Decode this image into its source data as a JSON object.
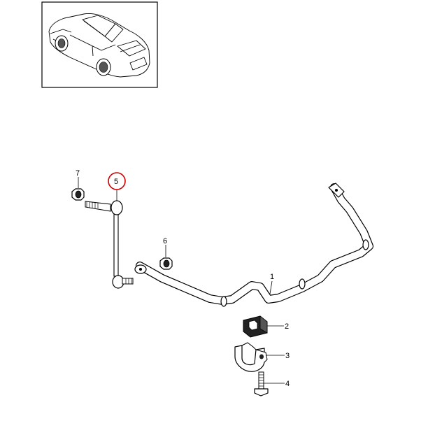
{
  "colors": {
    "line": "#000000",
    "highlight_ring": "#cc0000",
    "background": "#ffffff",
    "part_dark": "#222222"
  },
  "callouts": [
    {
      "id": "1",
      "label": "1"
    },
    {
      "id": "2",
      "label": "2"
    },
    {
      "id": "3",
      "label": "3"
    },
    {
      "id": "4",
      "label": "4"
    },
    {
      "id": "5",
      "label": "5",
      "highlighted": true
    },
    {
      "id": "6",
      "label": "6"
    },
    {
      "id": "7",
      "label": "7"
    }
  ]
}
